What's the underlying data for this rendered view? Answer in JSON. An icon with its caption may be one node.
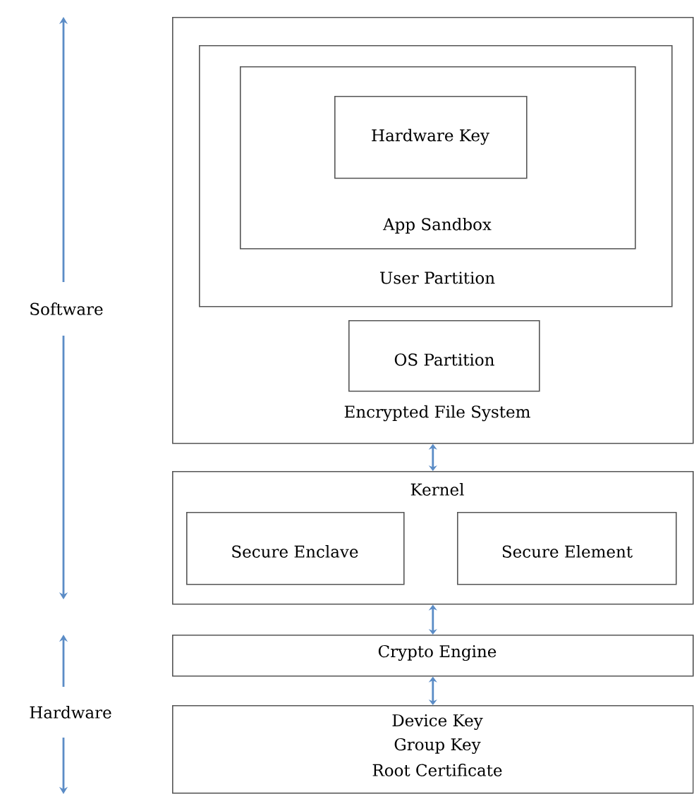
{
  "diagram": {
    "nodes": [
      {
        "text": [
          "Encrypted File System"
        ]
      },
      {
        "text": [
          "User Partition"
        ],
        "in": 0
      },
      {
        "text": [
          "App Sandbox"
        ],
        "in": 1
      },
      {
        "text": [
          "Hardware Key"
        ],
        "in": 2
      },
      {
        "text": [
          "OS Partition"
        ],
        "in": 0
      },
      {
        "text": [
          "Kernel"
        ]
      },
      {
        "text": [
          "Secure Enclave"
        ],
        "in": 5
      },
      {
        "text": [
          "Secure Element"
        ],
        "in": 5
      },
      {
        "text": [
          "Crypto Engine"
        ]
      },
      {
        "text": [
          "Device Key",
          "Group Key",
          "Root Certificate"
        ]
      }
    ],
    "edges": [
      {
        "from": 0,
        "to": 5,
        "arrow": "both"
      },
      {
        "from": 5,
        "to": 8,
        "arrow": "both"
      },
      {
        "from": 8,
        "to": 9,
        "arrow": "both"
      }
    ],
    "labels": [
      "Software",
      "Hardware"
    ]
  }
}
